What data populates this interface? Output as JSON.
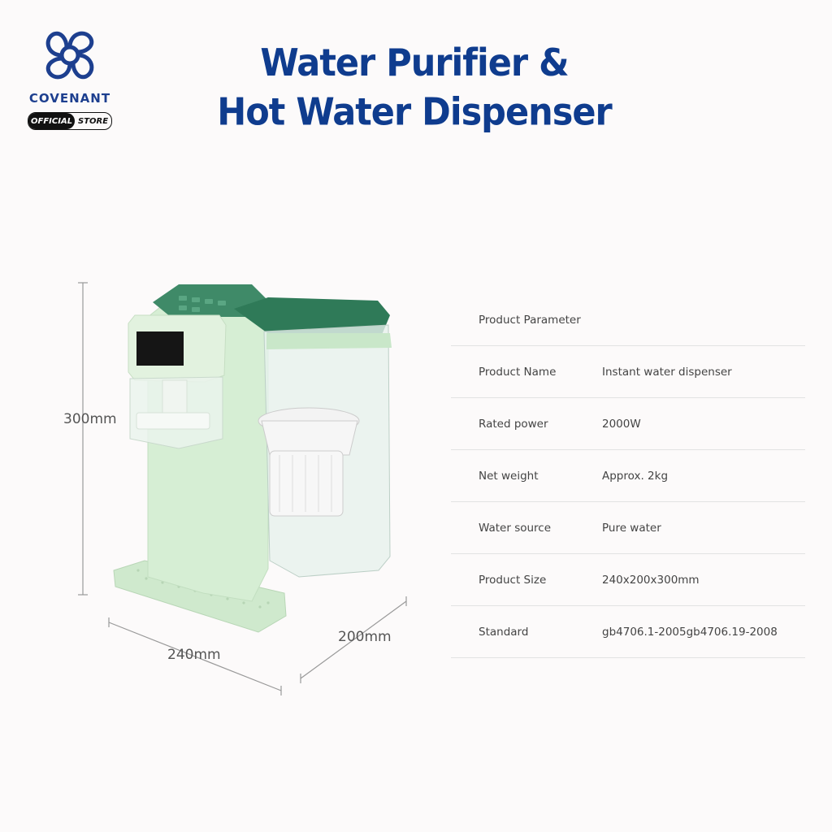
{
  "brand": {
    "name": "COVENANT",
    "badge_left": "OFFICIAL",
    "badge_right": "STORE"
  },
  "title": {
    "line1": "Water Purifier &",
    "line2": "Hot Water Dispenser"
  },
  "dimensions": {
    "height": "300mm",
    "width": "240mm",
    "depth": "200mm"
  },
  "parameters": {
    "header": "Product Parameter",
    "rows": [
      {
        "label": "Product Name",
        "value": "Instant water dispenser"
      },
      {
        "label": "Rated power",
        "value": "2000W"
      },
      {
        "label": "Net weight",
        "value": "Approx. 2kg"
      },
      {
        "label": "Water source",
        "value": "Pure water"
      },
      {
        "label": "Product Size",
        "value": "240x200x300mm"
      },
      {
        "label": "Standard",
        "value": "gb4706.1-2005gb4706.19-2008"
      }
    ]
  },
  "colors": {
    "brand_blue": "#0f3c8e",
    "body_mint": "#d4ecd2",
    "lid_green": "#3f8a68"
  }
}
